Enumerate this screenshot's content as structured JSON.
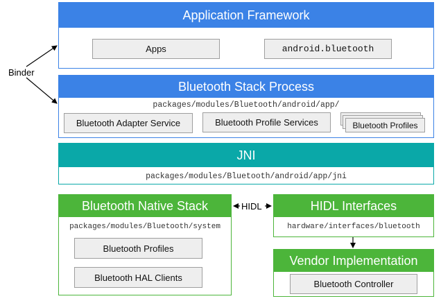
{
  "colors": {
    "blue": "#3b82e6",
    "teal": "#0aa8a8",
    "green": "#4cb53a",
    "box_fill": "#eeeeee"
  },
  "framework": {
    "title": "Application Framework",
    "apps": "Apps",
    "bt_pkg": "android.bluetooth"
  },
  "stack": {
    "title": "Bluetooth Stack Process",
    "path": "packages/modules/Bluetooth/android/app/",
    "adapter": "Bluetooth Adapter Service",
    "profile_services": "Bluetooth Profile Services",
    "profiles": "Bluetooth Profiles"
  },
  "jni": {
    "title": "JNI",
    "path": "packages/modules/Bluetooth/android/app/jni"
  },
  "native": {
    "title": "Bluetooth Native Stack",
    "path": "packages/modules/Bluetooth/system",
    "profiles": "Bluetooth Profiles",
    "hal_clients": "Bluetooth HAL Clients"
  },
  "hidl": {
    "title": "HIDL Interfaces",
    "path": "hardware/interfaces/bluetooth",
    "link": "HIDL"
  },
  "vendor": {
    "title": "Vendor Implementation",
    "controller": "Bluetooth Controller"
  },
  "binder": "Binder"
}
